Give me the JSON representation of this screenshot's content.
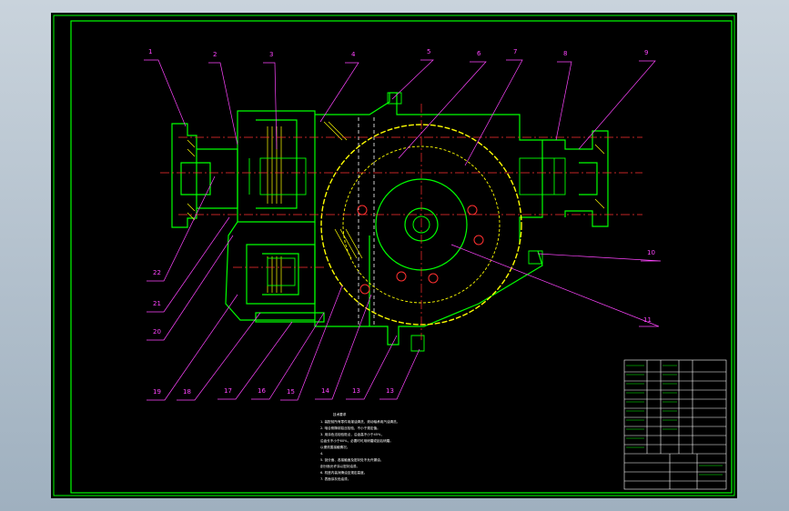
{
  "drawing": {
    "colors": {
      "background": "#000000",
      "border": "#00ff00",
      "outline": "#00ff00",
      "centerline": "#ff3030",
      "leader": "#ff44ff",
      "gear": "#ffff00",
      "hatch": "#ffff00",
      "text": "#ffffff"
    },
    "callouts": [
      {
        "label": "1"
      },
      {
        "label": "2"
      },
      {
        "label": "3"
      },
      {
        "label": "4"
      },
      {
        "label": "5"
      },
      {
        "label": "6"
      },
      {
        "label": "7"
      },
      {
        "label": "8"
      },
      {
        "label": "9"
      },
      {
        "label": "10"
      },
      {
        "label": "11"
      },
      {
        "label": "13"
      },
      {
        "label": "13"
      },
      {
        "label": "14"
      },
      {
        "label": "15"
      },
      {
        "label": "16"
      },
      {
        "label": "17"
      },
      {
        "label": "18"
      },
      {
        "label": "19"
      },
      {
        "label": "20"
      },
      {
        "label": "21"
      },
      {
        "label": "22"
      }
    ],
    "notes": {
      "title": "技术要求",
      "lines": [
        "1. 装配前所有零件用煤油清洗，滚动轴承用汽油清洗。",
        "2. 啮合侧隙用铅丝检验，不小于规定值。",
        "3. 用涂色法检验斑点，沿齿高不小于45%，",
        "   沿齿长不小于60%，必要时可用研磨或刮后研磨。",
        "   以便改善接触情况。",
        "4.",
        "5. 剖分面、各接触面及密封处不允许漏油，",
        "   剖分面允许涂以密封油漆。",
        "6. 机座内装润滑油至规定高度。",
        "7. 表面涂灰色油漆。"
      ]
    }
  }
}
